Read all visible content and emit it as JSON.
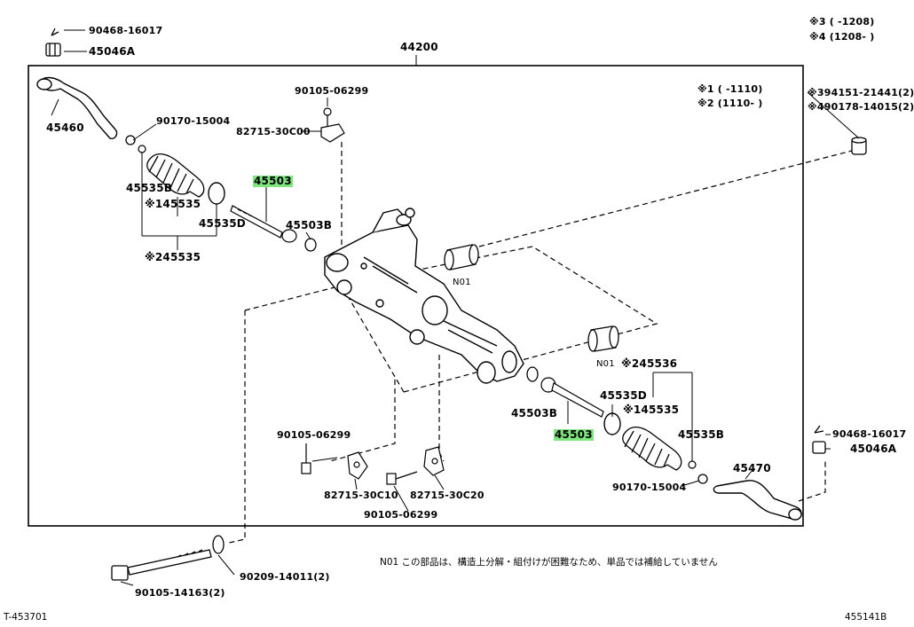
{
  "notes": {
    "top_right_1": "※3 (  -1208)",
    "top_right_2": "※4 (1208-  )",
    "mid_1": "※1 (  -1110)",
    "mid_2": "※2 (1110-  )",
    "footnote": "N01 この部品は、構造上分解・組付けが困難なため、単品では補給していません",
    "bottom_left": "T-453701",
    "bottom_right": "455141B"
  },
  "parts": {
    "p44200": "44200",
    "p90468_left": "90468-16017",
    "p45046a_left": "45046A",
    "p45460": "45460",
    "p90170_left": "90170-15004",
    "p45535b_left": "45535B",
    "p1_45535_left": "※145535",
    "p45535d_left": "45535D",
    "p2_45535_left": "※245535",
    "p45503_top": "45503",
    "p45503b_left": "45503B",
    "p90105_06299_top": "90105-06299",
    "p82715_30c00": "82715-30C00",
    "p3_94151": "※394151-21441(2)",
    "p4_90178": "※490178-14015(2)",
    "pN01_upper": "N01",
    "pN01_lower": "N01",
    "p2_45536": "※245536",
    "p45535d_right": "45535D",
    "p1_45535_right": "※145535",
    "p45503b_right": "45503B",
    "p45503_bottom": "45503",
    "p45535b_right": "45535B",
    "p90468_right": "90468-16017",
    "p45046a_right": "45046A",
    "p45470": "45470",
    "p90170_right": "90170-15004",
    "p90105_06299_left": "90105-06299",
    "p82715_30c10": "82715-30C10",
    "p82715_30c20": "82715-30C20",
    "p90105_06299_bottom": "90105-06299",
    "p90209": "90209-14011(2)",
    "p90105_14163": "90105-14163(2)"
  }
}
